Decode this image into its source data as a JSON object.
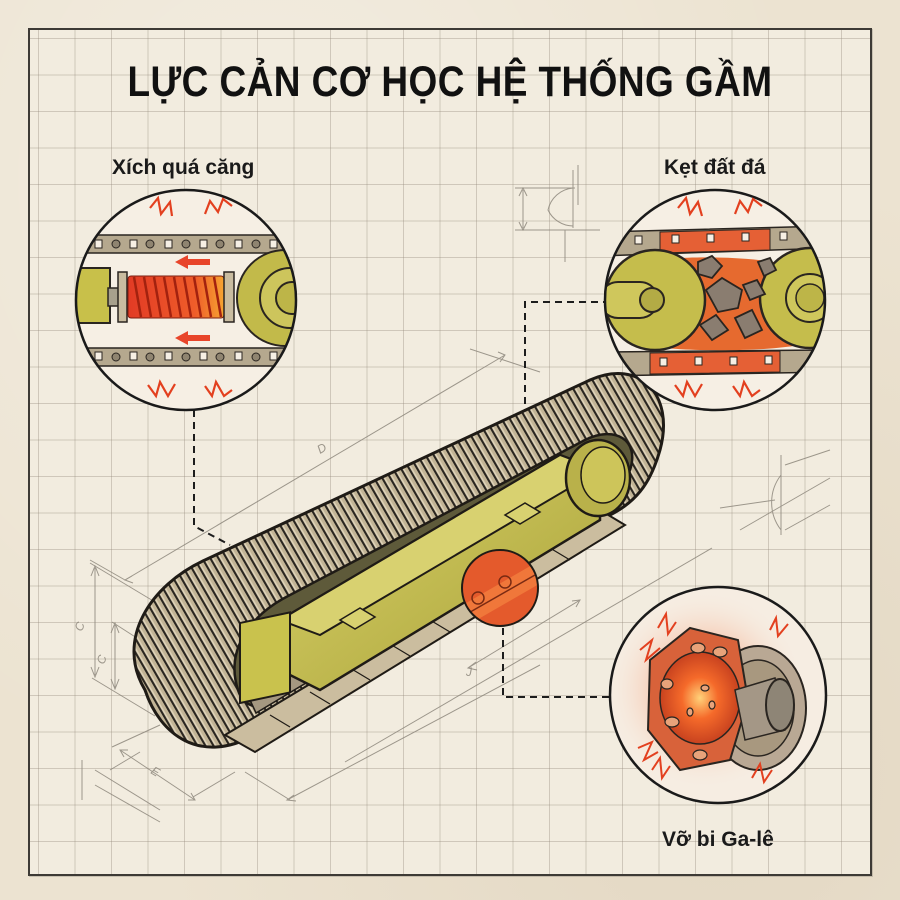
{
  "title": "LỰC CẢN CƠ HỌC HỆ THỐNG GẦM",
  "callouts": [
    {
      "id": "track-tension",
      "label": "Xích quá căng",
      "icon": "compressed-spring-icon",
      "position": "top-left"
    },
    {
      "id": "debris-jam",
      "label": "Kẹt đất đá",
      "icon": "rocks-in-track-icon",
      "position": "top-right"
    },
    {
      "id": "bearing-failure",
      "label": "Vỡ bi Ga-lê",
      "icon": "broken-bearing-icon",
      "position": "bottom-right"
    }
  ],
  "main_illustration": {
    "subject": "excavator-undercarriage-track",
    "highlight": "roller-bearing-area"
  },
  "dimension_marks": [
    "D",
    "C",
    "C",
    "E",
    "J"
  ],
  "colors": {
    "background": "#ece3d1",
    "grid": "#b9ad9a",
    "frame": "#3d3a35",
    "track": "#b5a68a",
    "frame_yellow": "#c8c04a",
    "danger_red": "#e8452a",
    "danger_orange": "#f28a2e",
    "ink": "#111111"
  }
}
